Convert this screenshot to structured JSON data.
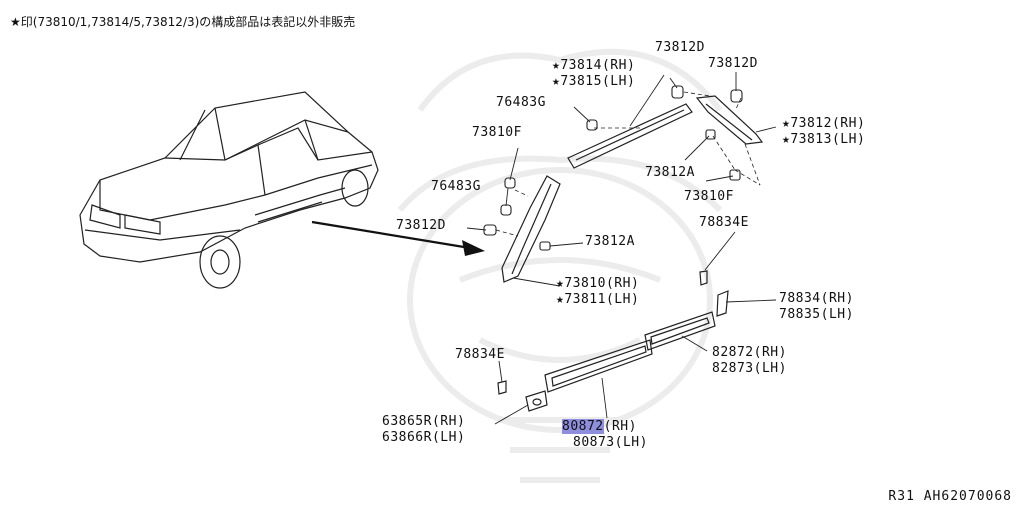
{
  "header_note": "★印(73810/1,73814/5,73812/3)の構成部品は表記以外非販売",
  "reference": "R31  AH62070068",
  "highlight_color": "#8e8ede",
  "labels": {
    "p73812D_a": "73812D",
    "p73814": "★73814(RH)",
    "p73815": "★73815(LH)",
    "p73812D_b": "73812D",
    "p76483G_a": "76483G",
    "p73812_rh": "★73812(RH)",
    "p73813_lh": "★73813(LH)",
    "p73810F_a": "73810F",
    "p73812A_a": "73812A",
    "p76483G_b": "76483G",
    "p73810F_b": "73810F",
    "p73812D_c": "73812D",
    "p73812A_b": "73812A",
    "p78834E_a": "78834E",
    "p73810": "★73810(RH)",
    "p73811": "★73811(LH)",
    "p78834": "78834(RH)",
    "p78835": "78835(LH)",
    "p78834E_b": "78834E",
    "p82872": "82872(RH)",
    "p82873": "82873(LH)",
    "p63865R": "63865R(RH)",
    "p63866R": "63866R(LH)",
    "p80872_hl": "80872",
    "p80872_suffix": "(RH)",
    "p80873": "80873(LH)"
  }
}
